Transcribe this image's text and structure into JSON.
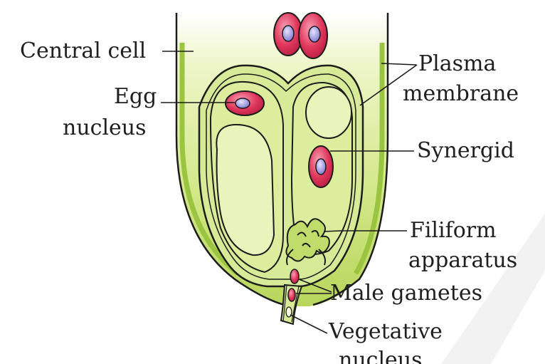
{
  "diagram": {
    "labels": {
      "central_cell": "Central cell",
      "egg": "Egg",
      "egg_nucleus": "nucleus",
      "plasma": "Plasma",
      "plasma_membrane": "membrane",
      "synergid": "Synergid",
      "filiform": "Filiform",
      "filiform_apparatus": "apparatus",
      "male_gametes": "Male gametes",
      "vegetative": "Vegetative",
      "vegetative_nucleus": "nucleus"
    },
    "colors": {
      "cell_fill": "#c9e27a",
      "cell_light": "#eef6c8",
      "nucleus_red": "#e0355a",
      "nucleus_blue": "#8a86d8",
      "outline": "#1c1c1c"
    }
  }
}
